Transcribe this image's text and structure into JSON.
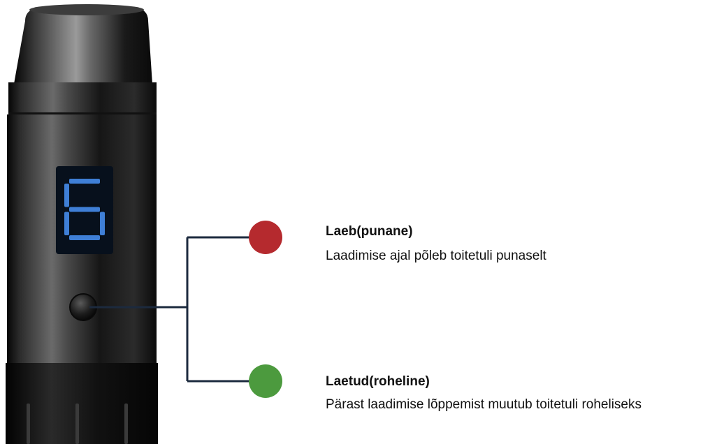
{
  "display": {
    "digit": "6"
  },
  "indicators": [
    {
      "title": "Laeb(punane)",
      "description": "Laadimise ajal põleb toitetuli punaselt",
      "color": "#b52a2e"
    },
    {
      "title": "Laetud(roheline)",
      "description": "Pärast laadimise lõppemist muutub toitetuli roheliseks",
      "color": "#4c9a3e"
    }
  ],
  "colors": {
    "connector_line": "#1c2a3e",
    "segment_on": "#3f7fd6",
    "display_bg": "#07101c"
  }
}
